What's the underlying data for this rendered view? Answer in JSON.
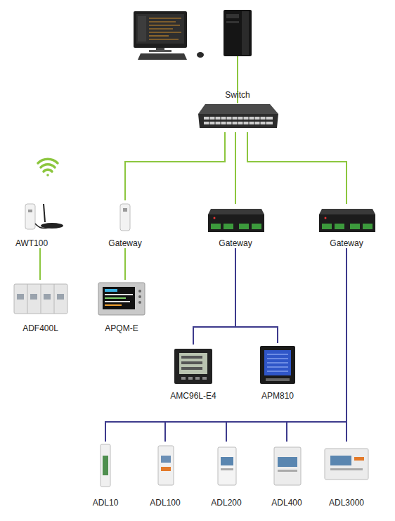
{
  "diagram": {
    "nodes": [
      {
        "text": [
          "Switch"
        ]
      },
      {
        "text": [
          "AWT100"
        ]
      },
      {
        "text": [
          "Gateway"
        ]
      },
      {
        "text": [
          "Gateway"
        ]
      },
      {
        "text": [
          "Gateway"
        ]
      },
      {
        "text": [
          "ADF400L"
        ]
      },
      {
        "text": [
          "APQM-E"
        ]
      },
      {
        "text": [
          "AMC96L-E4"
        ]
      },
      {
        "text": [
          "APM810"
        ]
      },
      {
        "text": [
          "ADL10"
        ]
      },
      {
        "text": [
          "ADL100"
        ]
      },
      {
        "text": [
          "ADL200"
        ]
      },
      {
        "text": [
          "ADL400"
        ]
      },
      {
        "text": [
          "ADL3000"
        ]
      }
    ],
    "edges": [
      {
        "from": 0,
        "to": 2,
        "arrow": "none"
      },
      {
        "from": 0,
        "to": 3,
        "arrow": "none"
      },
      {
        "from": 0,
        "to": 4,
        "arrow": "none"
      },
      {
        "from": 1,
        "to": 5,
        "arrow": "none"
      },
      {
        "from": 2,
        "to": 6,
        "arrow": "none"
      },
      {
        "from": 3,
        "to": 7,
        "arrow": "none"
      },
      {
        "from": 3,
        "to": 8,
        "arrow": "none"
      },
      {
        "from": 4,
        "to": 9,
        "arrow": "none"
      },
      {
        "from": 4,
        "to": 10,
        "arrow": "none"
      },
      {
        "from": 4,
        "to": 11,
        "arrow": "none"
      },
      {
        "from": 4,
        "to": 12,
        "arrow": "none"
      },
      {
        "from": 4,
        "to": 13,
        "arrow": "none"
      }
    ]
  }
}
